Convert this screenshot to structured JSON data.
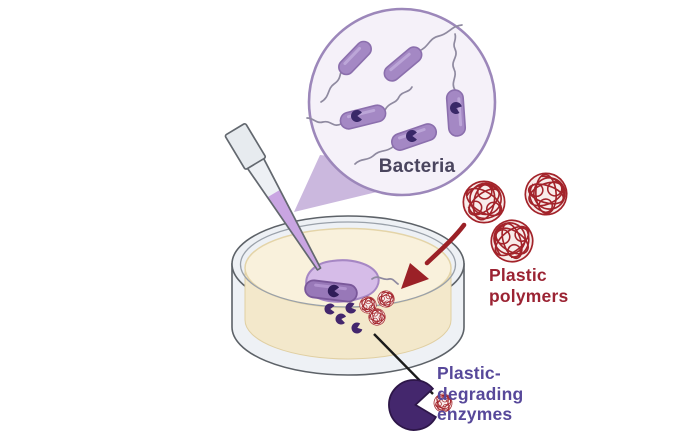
{
  "figure": {
    "type": "scientific-illustration",
    "subject": "Bacteria with plastic-degrading enzymes breaking down plastic polymers on a petri dish",
    "labels": {
      "bacteria": "Bacteria",
      "plastic_polymers": [
        "Plastic",
        "polymers"
      ],
      "plastic_degrading_enzymes": [
        "Plastic-",
        "degrading",
        "enzymes"
      ]
    },
    "counts": {
      "inset_bacteria": 5,
      "enzyme_dots_on_dish": 4,
      "polymer_balls": 3,
      "degraded_fragments_on_dish": 3
    },
    "colors": {
      "background": "#ffffff",
      "inset_circle_fill": "#f5f1f9",
      "inset_circle_border": "#9c87ba",
      "cone_fill": "#cbb8de",
      "bacteria_fill": "#a488c4",
      "bacteria_outline": "#8b6fad",
      "bacteria_sheen": "#bca6d8",
      "nucleoid_dark_purple": "#392868",
      "flagella_gray": "#8f8aa0",
      "dish_glass": "#eef1f5",
      "dish_outline": "#5d6268",
      "agar_cream": "#f9f1dc",
      "agar_front": "#f3e8cb",
      "agar_edge": "#e4d4a8",
      "droplet_fill": "#d6bce8",
      "droplet_outline": "#a687c4",
      "dish_rod_fill": "#9878b8",
      "dish_rod_outline": "#7a589a",
      "pipette_body": "#edf0f4",
      "pipette_outline": "#63686f",
      "pipette_liquid": "#c9a5e2",
      "enzyme_purple": "#44276d",
      "polymer_red": "#a3232a",
      "polymer_ball_base": "#f8ecea",
      "arrow_red": "#9b2127",
      "callout_line": "#1b1b1b",
      "label_red": "#9b2333",
      "label_purple": "#57489a",
      "label_dark": "#4a455e"
    }
  }
}
